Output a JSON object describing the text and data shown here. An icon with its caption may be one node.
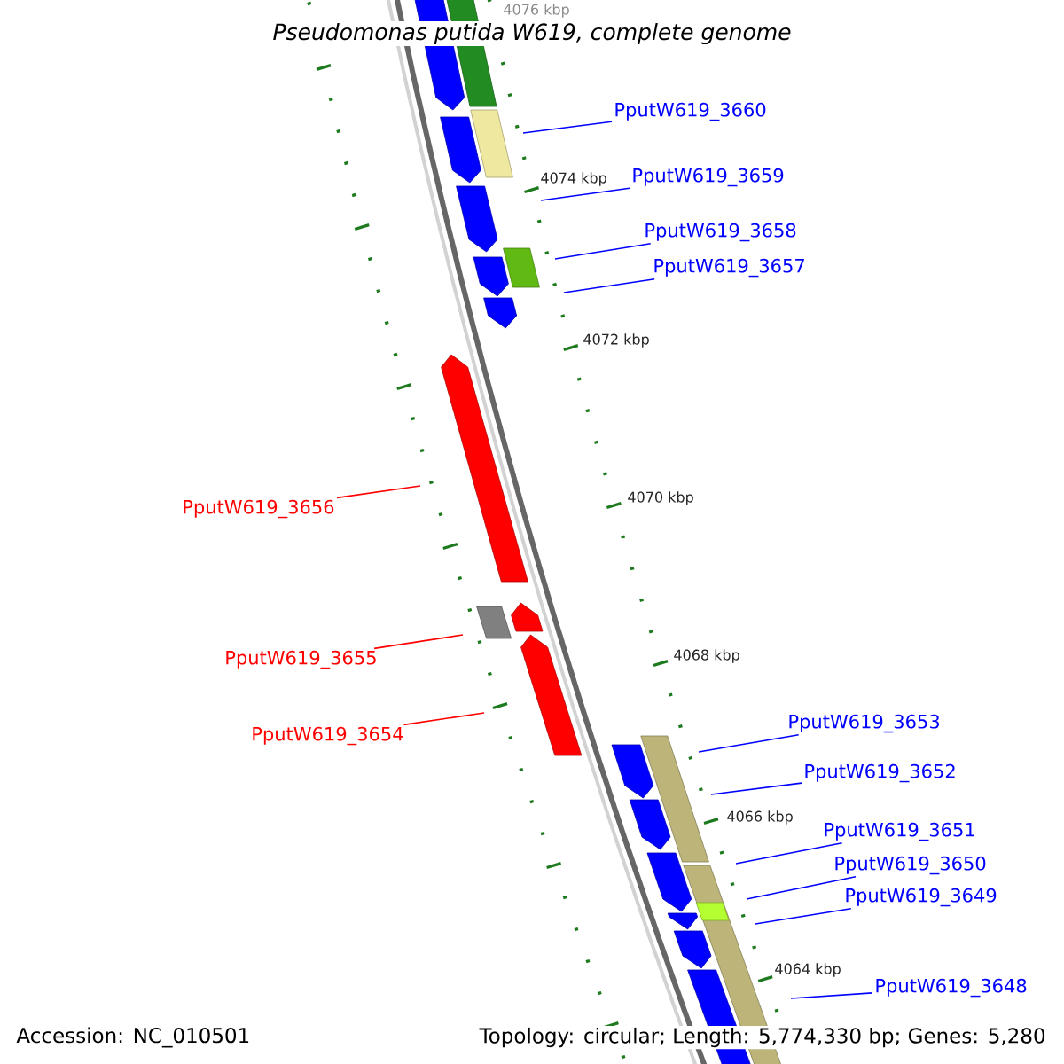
{
  "diagram": {
    "title": "Pseudomonas putida W619, complete genome",
    "nodes": [
      {
        "text": [
          "PputW619_3660"
        ]
      },
      {
        "text": [
          "PputW619_3659"
        ]
      },
      {
        "text": [
          "PputW619_3658"
        ]
      },
      {
        "text": [
          "PputW619_3657"
        ]
      },
      {
        "text": [
          "PputW619_3656"
        ]
      },
      {
        "text": [
          "PputW619_3655"
        ]
      },
      {
        "text": [
          "PputW619_3654"
        ]
      },
      {
        "text": [
          "PputW619_3653"
        ]
      },
      {
        "text": [
          "PputW619_3652"
        ]
      },
      {
        "text": [
          "PputW619_3651"
        ]
      },
      {
        "text": [
          "PputW619_3650"
        ]
      },
      {
        "text": [
          "PputW619_3649"
        ]
      },
      {
        "text": [
          "PputW619_3648"
        ]
      }
    ],
    "edges": [
      {
        "from": 0,
        "to": null,
        "arrow": "none"
      },
      {
        "from": 1,
        "to": null,
        "arrow": "none"
      },
      {
        "from": 2,
        "to": null,
        "arrow": "none"
      },
      {
        "from": 3,
        "to": null,
        "arrow": "none"
      },
      {
        "from": 4,
        "to": null,
        "arrow": "none",
        "color": "#ff0000"
      },
      {
        "from": 5,
        "to": null,
        "arrow": "none",
        "color": "#ff0000"
      },
      {
        "from": 6,
        "to": null,
        "arrow": "none",
        "color": "#ff0000"
      },
      {
        "from": 7,
        "to": null,
        "arrow": "none"
      },
      {
        "from": 8,
        "to": null,
        "arrow": "none"
      },
      {
        "from": 9,
        "to": null,
        "arrow": "none"
      },
      {
        "from": 10,
        "to": null,
        "arrow": "none"
      },
      {
        "from": 11,
        "to": null,
        "arrow": "none"
      },
      {
        "from": 12,
        "to": null,
        "arrow": "none"
      }
    ],
    "labels": [
      "4076 kbp",
      "4074 kbp",
      "4072 kbp",
      "4070 kbp",
      "4068 kbp",
      "4066 kbp",
      "4064 kbp",
      "Accession: NC_010501",
      "Topology: circular; Length: 5,774,330 bp; Genes: 5,280"
    ]
  }
}
